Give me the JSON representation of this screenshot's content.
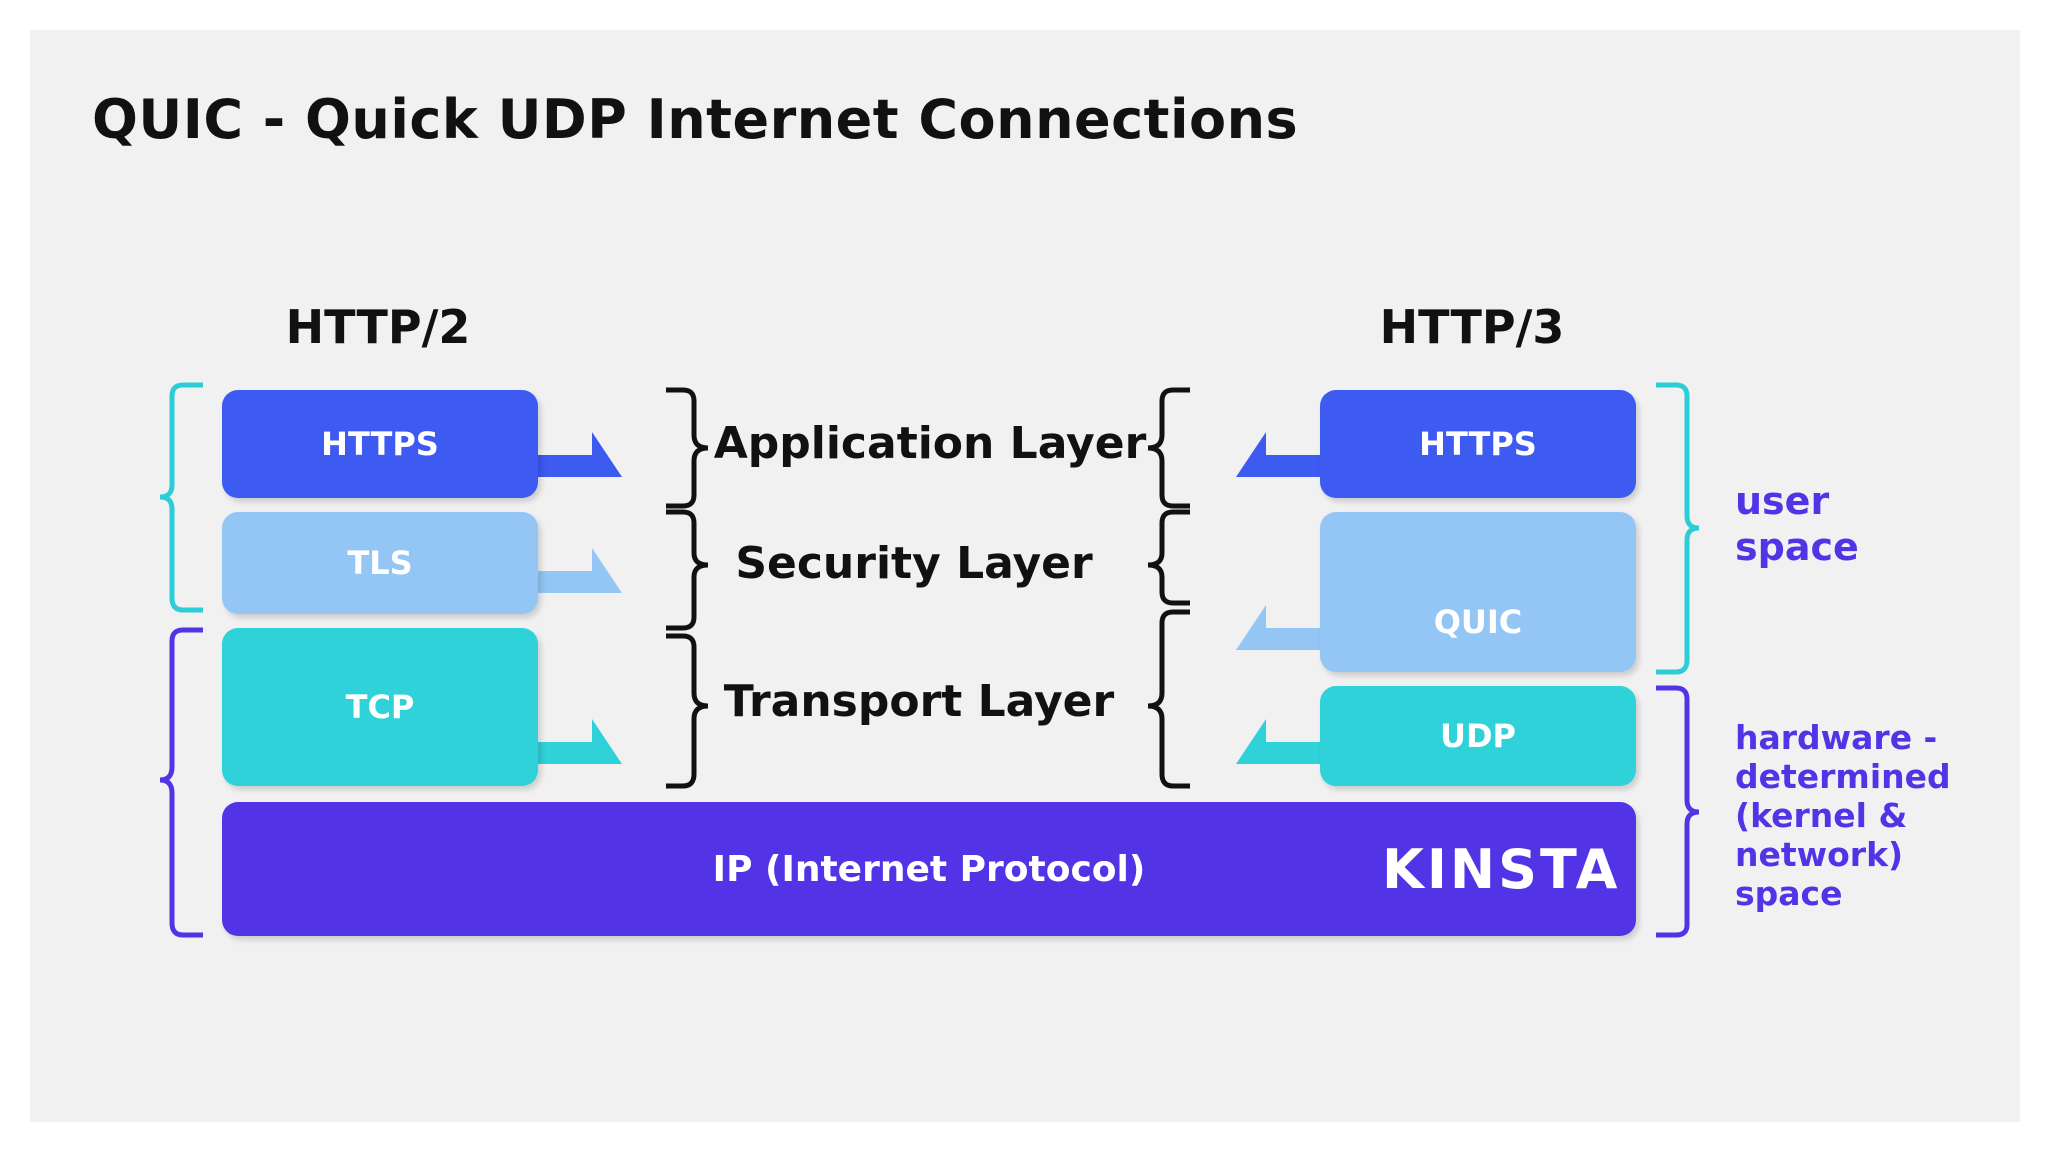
{
  "title": "QUIC - Quick UDP Internet Connections",
  "columns": {
    "left": "HTTP/2",
    "right": "HTTP/3"
  },
  "layers": {
    "application": "Application Layer",
    "security": "Security Layer",
    "transport": "Transport Layer"
  },
  "http2_stack": {
    "https": "HTTPS",
    "tls": "TLS",
    "tcp": "TCP"
  },
  "http3_stack": {
    "https": "HTTPS",
    "quic": "QUIC",
    "udp": "UDP"
  },
  "ip_layer": "IP (Internet Protocol)",
  "logo": "KINSTA",
  "side_labels": {
    "user_space": "user\nspace",
    "hardware_space": "hardware -\ndetermined\n(kernel &\nnetwork)\nspace"
  },
  "colors": {
    "https": "#3d5af1",
    "tls_quic": "#93c6f4",
    "tcp_udp": "#2ed2d8",
    "ip": "#5234e6",
    "bracket_user": "#2ccdd6",
    "bracket_hardware": "#5234e6",
    "side_text": "#5234e6"
  }
}
